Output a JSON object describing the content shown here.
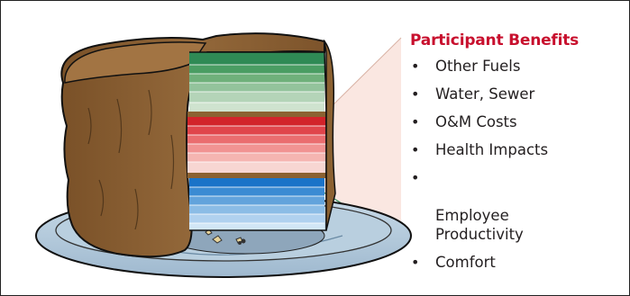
{
  "legend": {
    "title": "Participant Benefits",
    "items": [
      "Other Fuels",
      "Water, Sewer",
      "O&M Costs",
      "Health Impacts",
      "Employee\nProductivity",
      "Comfort"
    ]
  },
  "colors": {
    "title_red": "#c8102e",
    "cake_brown": "#8b6131",
    "cake_brown_dark": "#6b4523",
    "green_layer_top": "#2f8a55",
    "green_layer_bottom": "#cfe3cf",
    "red_layer_top": "#d2232a",
    "red_layer_bottom": "#f7d6d2",
    "blue_layer_top": "#1a73c8",
    "blue_layer_bottom": "#d2e6f6",
    "plate": "#aac3d8",
    "callout_fill": "#f9e3dc"
  }
}
